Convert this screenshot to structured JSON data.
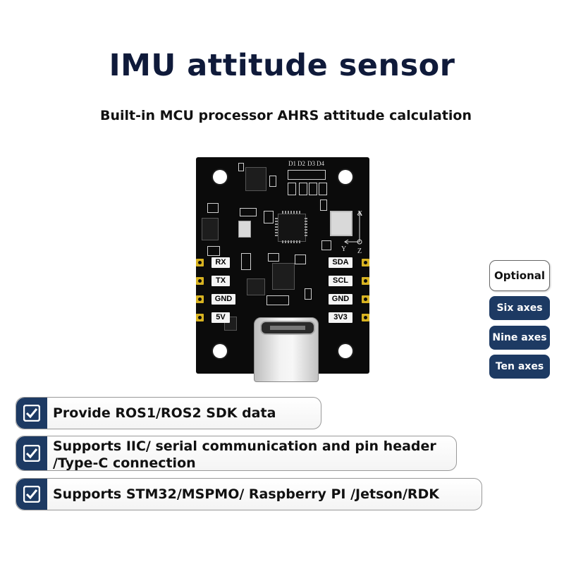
{
  "header": {
    "title": "IMU attitude sensor",
    "subtitle": "Built-in MCU processor AHRS attitude calculation"
  },
  "board": {
    "led_labels": [
      "D1",
      "D2",
      "D3",
      "D4"
    ],
    "axis_labels": [
      "X",
      "Y",
      "Z"
    ],
    "left_pins": [
      "RX",
      "TX",
      "GND",
      "5V"
    ],
    "right_pins": [
      "SDA",
      "SCL",
      "GND",
      "3V3"
    ]
  },
  "options": {
    "heading": "Optional",
    "items": [
      "Six axes",
      "Nine axes",
      "Ten axes"
    ]
  },
  "features": [
    "Provide ROS1/ROS2 SDK data",
    "Supports IIC/ serial communication and pin header /Type-C connection",
    "Supports STM32/MSPMO/ Raspberry PI /Jetson/RDK"
  ],
  "colors": {
    "title": "#0f1a3a",
    "accent_navy": "#1d3a63",
    "pcb": "#0b0b0b",
    "pad_gold": "#d8b321"
  },
  "icons": {
    "feature_check": "checkbox-checked-icon",
    "usb": "usb-c-connector-icon"
  }
}
